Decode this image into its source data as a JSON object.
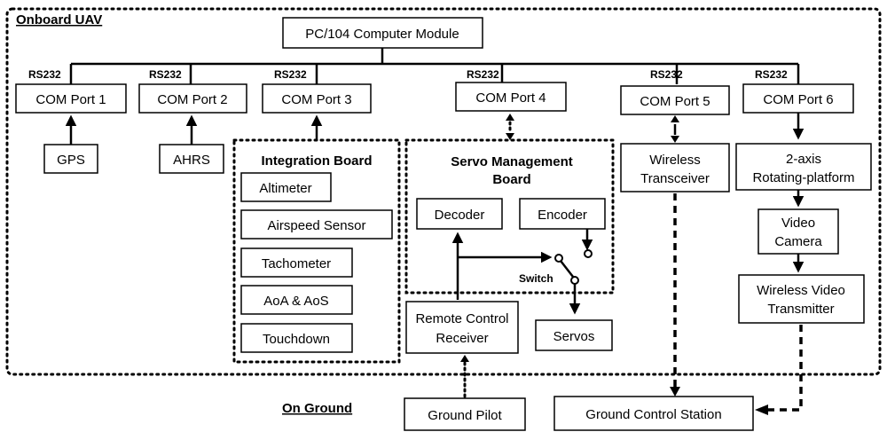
{
  "regions": {
    "onboard": "Onboard UAV",
    "ground": "On Ground"
  },
  "computer": "PC/104 Computer Module",
  "rs232": "RS232",
  "ports": [
    "COM Port 1",
    "COM Port 2",
    "COM Port 3",
    "COM Port 4",
    "COM Port 5",
    "COM Port 6"
  ],
  "gps": "GPS",
  "ahrs": "AHRS",
  "integration": {
    "title": "Integration Board",
    "items": [
      "Altimeter",
      "Airspeed Sensor",
      "Tachometer",
      "AoA & AoS",
      "Touchdown"
    ]
  },
  "servo_board": {
    "title_1": "Servo Management",
    "title_2": "Board",
    "decoder": "Decoder",
    "encoder": "Encoder",
    "switch": "Switch"
  },
  "rc_receiver": [
    "Remote Control",
    "Receiver"
  ],
  "servos": "Servos",
  "wireless": [
    "Wireless",
    "Transceiver"
  ],
  "platform": [
    "2-axis",
    "Rotating-platform"
  ],
  "camera": [
    "Video",
    "Camera"
  ],
  "video_tx": [
    "Wireless Video",
    "Transmitter"
  ],
  "ground_pilot": "Ground Pilot",
  "gcs": "Ground Control Station"
}
